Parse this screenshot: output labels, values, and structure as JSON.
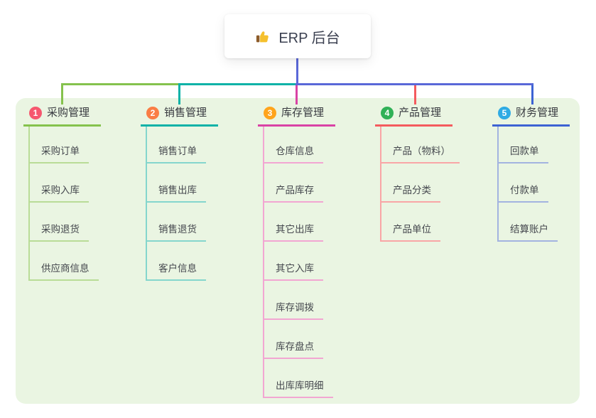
{
  "root": {
    "icon": "thumbs-up-icon",
    "emoji": "👍",
    "label": "ERP 后台"
  },
  "branches": [
    {
      "index": "1",
      "label": "采购管理",
      "badge_color": "#f6586f",
      "line_color": "#85c24d",
      "child_line_color": "#b9dc97",
      "children": [
        "采购订单",
        "采购入库",
        "采购退货",
        "供应商信息"
      ]
    },
    {
      "index": "2",
      "label": "销售管理",
      "badge_color": "#fa7d45",
      "line_color": "#0bb2a7",
      "child_line_color": "#85d6cd",
      "children": [
        "销售订单",
        "销售出库",
        "销售退货",
        "客户信息"
      ]
    },
    {
      "index": "3",
      "label": "库存管理",
      "badge_color": "#ffa41c",
      "line_color": "#d943a5",
      "child_line_color": "#f2a6d2",
      "children": [
        "仓库信息",
        "产品库存",
        "其它出库",
        "其它入库",
        "库存调拨",
        "库存盘点",
        "出库库明细"
      ]
    },
    {
      "index": "4",
      "label": "产品管理",
      "badge_color": "#30b157",
      "line_color": "#f45b5e",
      "child_line_color": "#f9a6a6",
      "children": [
        "产品（物料）",
        "产品分类",
        "产品单位"
      ]
    },
    {
      "index": "5",
      "label": "财务管理",
      "badge_color": "#2fabe4",
      "line_color": "#3d63d3",
      "child_line_color": "#a3b3e0",
      "children": [
        "回款单",
        "付款单",
        "结算账户"
      ]
    }
  ],
  "colors": {
    "root_line": "#5a68d8",
    "panel_bg": "#eaf5e2",
    "card_bg": "#ffffff",
    "header_text": "#37393f",
    "child_text": "#45484e"
  }
}
